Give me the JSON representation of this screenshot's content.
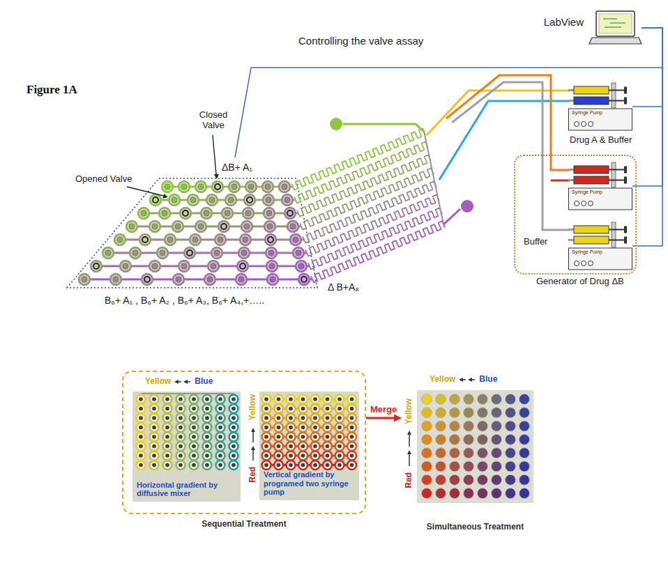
{
  "diagram": {
    "nodes": [
      {
        "text": [
          "LabView"
        ]
      },
      {
        "text": [
          "Syringe Pump",
          "Drug A & Buffer"
        ]
      },
      {
        "text": [
          "Generator of Drug ΔB"
        ]
      },
      {
        "text": [
          "Syringe Pump"
        ],
        "in": 2
      },
      {
        "text": [
          "Syringe Pump",
          "Buffer"
        ],
        "in": 2
      },
      {
        "text": [
          "Sequential Treatment"
        ]
      },
      {
        "text": [
          "Yellow",
          "Blue",
          "Horizontal gradient by diffusive mixer"
        ],
        "in": 5
      },
      {
        "text": [
          "Yellow",
          "Red",
          "Vertical gradient by programed two syringe pump"
        ],
        "in": 5
      },
      {
        "text": [
          "Yellow",
          "Blue",
          "Yellow",
          "Red",
          "Simultaneous Treatment"
        ]
      }
    ],
    "edges": [
      {
        "from": 0,
        "to": 1,
        "arrow": "none"
      },
      {
        "from": 0,
        "to": 3,
        "arrow": "none"
      },
      {
        "from": 0,
        "to": 4,
        "arrow": "none"
      },
      {
        "from": 5,
        "to": 8,
        "label": "Merge",
        "arrow": "to"
      }
    ],
    "labels": [
      "Figure 1A",
      "Controlling the valve assay",
      "Closed Valve",
      "Opened Valve",
      "ΔB+ A₁",
      "Δ B+A₈",
      "B₆+ A₁ , B₆+ A₂ , B₆+ A₃, B₆+ A₄,+….."
    ]
  }
}
